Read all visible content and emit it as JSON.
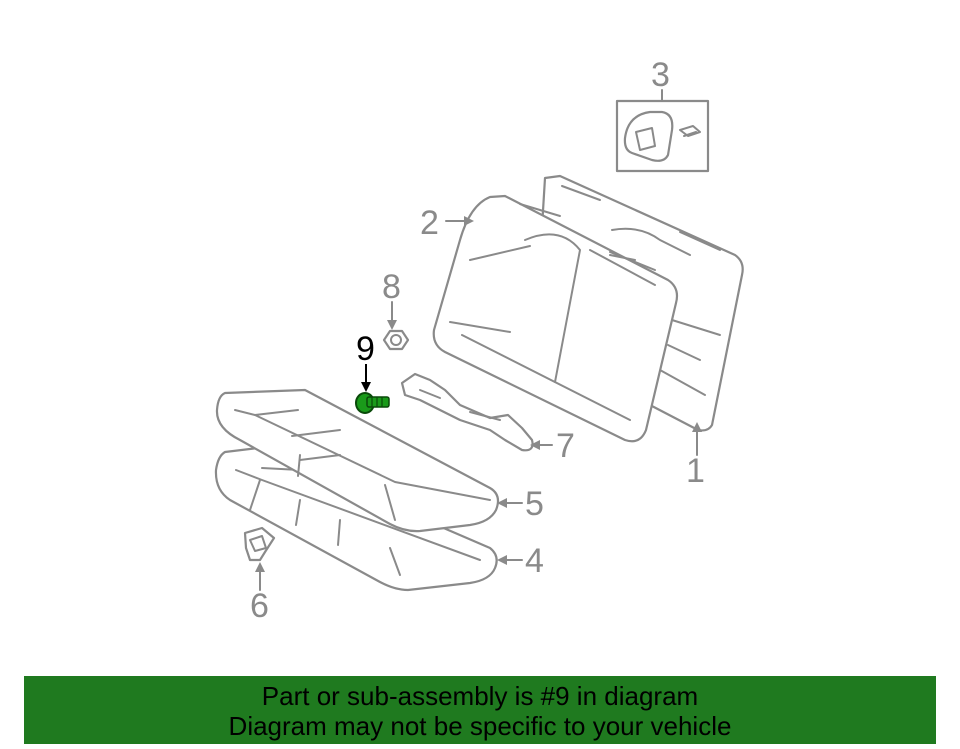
{
  "diagram": {
    "highlight_color": "#1a9a1a",
    "callouts": [
      {
        "id": "1",
        "label": "1"
      },
      {
        "id": "2",
        "label": "2"
      },
      {
        "id": "3",
        "label": "3"
      },
      {
        "id": "4",
        "label": "4"
      },
      {
        "id": "5",
        "label": "5"
      },
      {
        "id": "6",
        "label": "6"
      },
      {
        "id": "7",
        "label": "7"
      },
      {
        "id": "8",
        "label": "8"
      },
      {
        "id": "9",
        "label": "9",
        "highlighted": true
      }
    ]
  },
  "banner": {
    "line1": "Part or sub-assembly is #9 in diagram",
    "line2": "Diagram may not be specific to your vehicle",
    "background": "#1f7a1f"
  }
}
